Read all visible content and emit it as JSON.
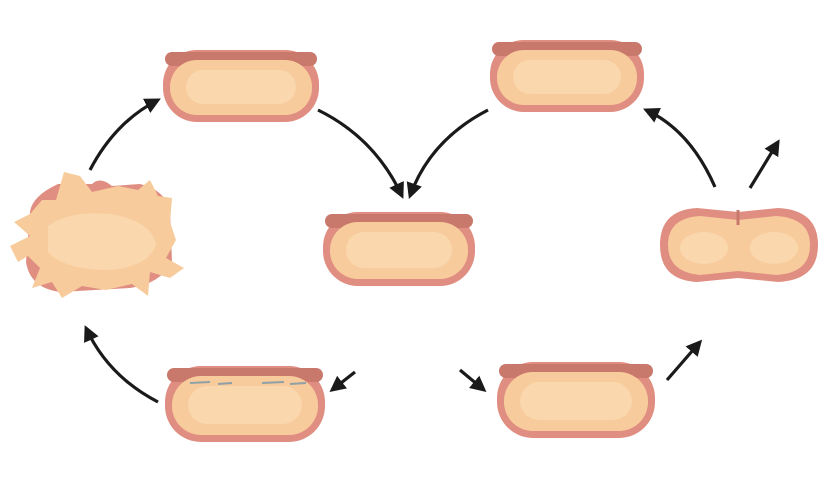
{
  "diagram": {
    "kind": "cycle",
    "colors": {
      "cell_wall": "#e08e82",
      "cell_wall_dark": "#c9786c",
      "cytoplasm": "#f7cb9b",
      "cytoplasm_light": "#fad7ad",
      "arrow": "#1a1a1a",
      "background": "#ffffff"
    },
    "nodes": [
      {
        "id": "cell-top-left",
        "shape": "rod-cell"
      },
      {
        "id": "cell-top-right",
        "shape": "rod-cell"
      },
      {
        "id": "cell-center",
        "shape": "rod-cell"
      },
      {
        "id": "cell-right-dividing",
        "shape": "dividing-cell"
      },
      {
        "id": "cell-bottom-right",
        "shape": "rod-cell"
      },
      {
        "id": "cell-bottom-left",
        "shape": "rod-cell-damaged-wall"
      },
      {
        "id": "cell-left-lysed",
        "shape": "lysed-cell"
      }
    ],
    "edges": [
      {
        "from": "cell-left-lysed",
        "to": "cell-top-left"
      },
      {
        "from": "cell-top-left",
        "to": "cell-center"
      },
      {
        "from": "cell-top-right",
        "to": "cell-center"
      },
      {
        "from": "cell-right-dividing",
        "to": "cell-top-right"
      },
      {
        "from": "cell-right-dividing",
        "to": "off-right"
      },
      {
        "from": "cell-bottom-right",
        "to": "cell-right-dividing"
      },
      {
        "from": "cell-center",
        "to": "cell-bottom-right"
      },
      {
        "from": "cell-center",
        "to": "cell-bottom-left"
      },
      {
        "from": "cell-bottom-left",
        "to": "cell-left-lysed"
      }
    ]
  }
}
